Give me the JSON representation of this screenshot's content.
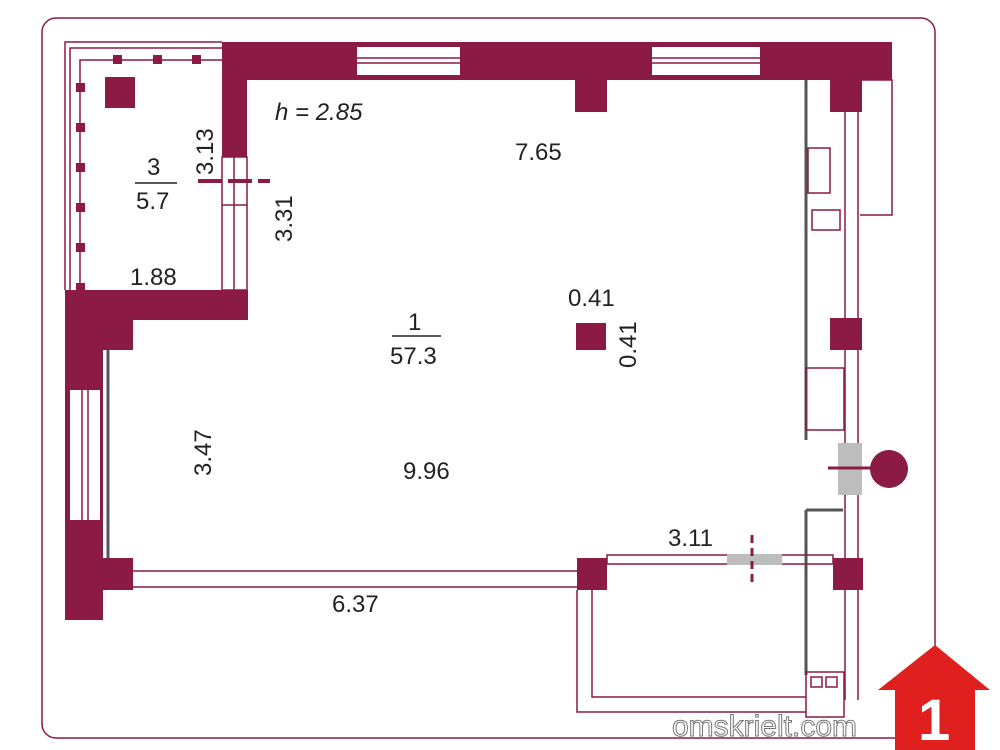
{
  "plan": {
    "ceiling_height": "h = 2.85",
    "rooms": [
      {
        "number": "1",
        "area": "57.3"
      },
      {
        "number": "3",
        "area": "5.7"
      }
    ],
    "dimensions": {
      "top_width": "7.65",
      "balcony_inner_wall": "3.13",
      "main_left_upper": "3.31",
      "balcony_width": "1.88",
      "column_width": "0.41",
      "column_depth": "0.41",
      "main_left_lower": "3.47",
      "main_depth": "9.96",
      "bottom_window": "3.11",
      "bottom_width": "6.37"
    },
    "colors": {
      "wall": "#8b1a45",
      "door": "#bdbdbd",
      "logo": "#e0201f"
    }
  },
  "watermark": {
    "site": "omskrielt.com",
    "logo_digit": "1"
  }
}
